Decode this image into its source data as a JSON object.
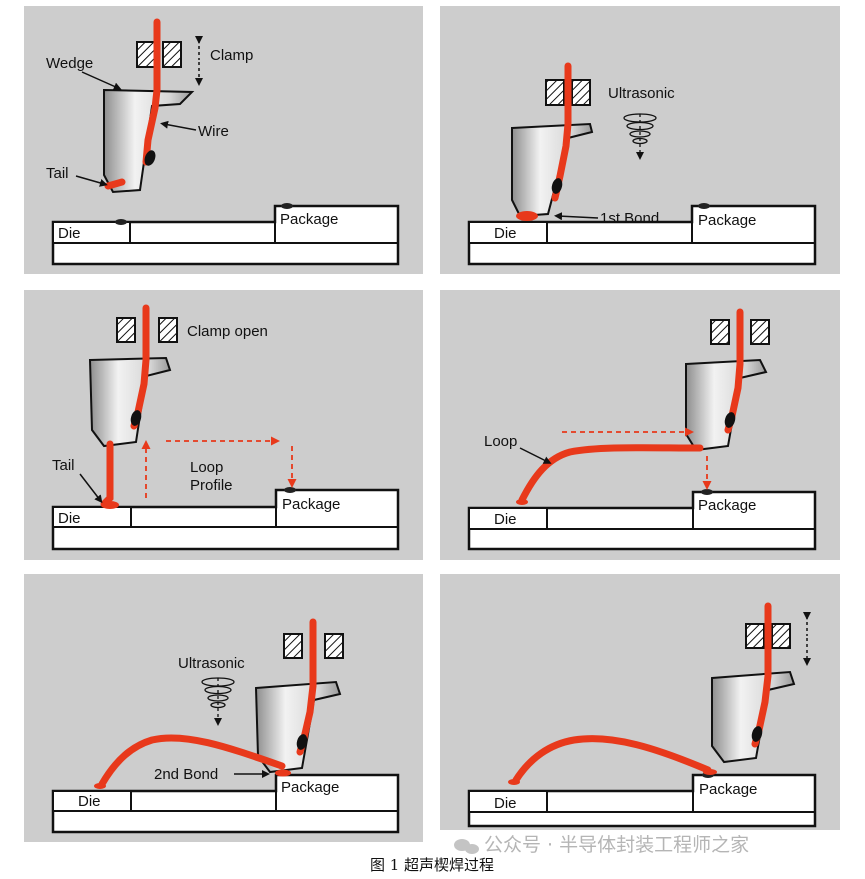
{
  "panels": {
    "p1": {
      "wedge": "Wedge",
      "clamp": "Clamp",
      "wire": "Wire",
      "tail": "Tail",
      "die": "Die",
      "package": "Package"
    },
    "p2": {
      "ultrasonic": "Ultrasonic",
      "first_bond": "1st Bond",
      "die": "Die",
      "package": "Package"
    },
    "p3": {
      "clamp_open": "Clamp open",
      "tail": "Tail",
      "loop": "Loop",
      "profile": "Profile",
      "die": "Die",
      "package": "Package"
    },
    "p4": {
      "loop": "Loop",
      "die": "Die",
      "package": "Package"
    },
    "p5": {
      "ultrasonic": "Ultrasonic",
      "second_bond": "2nd Bond",
      "die": "Die",
      "package": "Package"
    },
    "p6": {
      "die": "Die",
      "package": "Package"
    }
  },
  "caption": "图 1 超声楔焊过程",
  "watermark": "公众号 · 半导体封装工程师之家",
  "colors": {
    "panel_bg": "#cdcdcd",
    "wire": "#e8391b",
    "tool": "#e8e8e8",
    "frame": "#ffffff",
    "hatch": "#111111"
  }
}
